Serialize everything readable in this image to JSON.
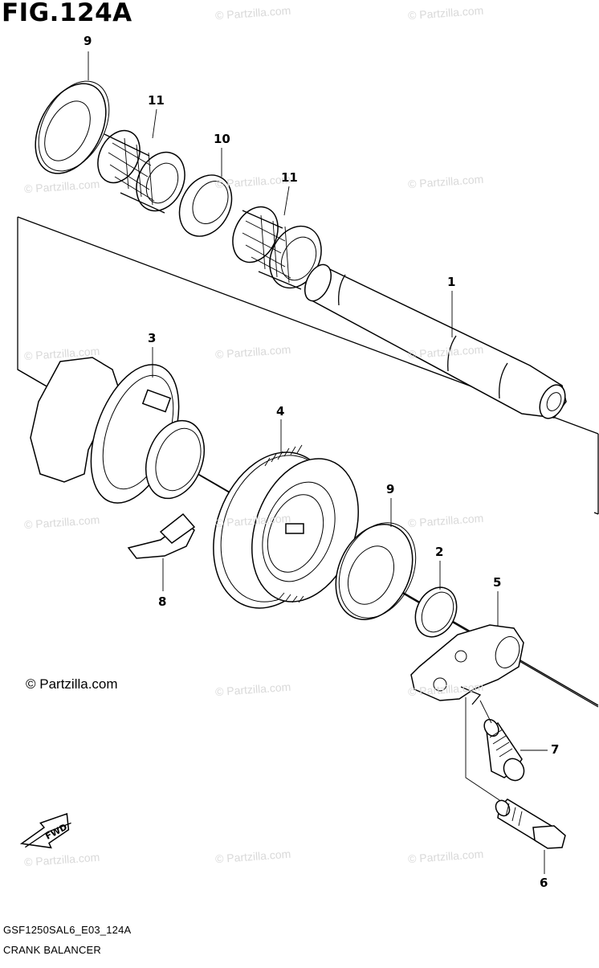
{
  "figure": {
    "title": "FIG.124A",
    "model_code": "GSF1250SAL6_E03_124A",
    "section_name": "CRANK BALANCER",
    "copyright": "© Partzilla.com"
  },
  "watermark": "© Partzilla.com",
  "direction_badge": {
    "label": "FWD",
    "icon": "fwd-arrow-icon"
  },
  "callouts": [
    {
      "id": "c1",
      "label": "1"
    },
    {
      "id": "c2",
      "label": "2"
    },
    {
      "id": "c3",
      "label": "3"
    },
    {
      "id": "c4",
      "label": "4"
    },
    {
      "id": "c5",
      "label": "5"
    },
    {
      "id": "c6",
      "label": "6"
    },
    {
      "id": "c7",
      "label": "7"
    },
    {
      "id": "c8",
      "label": "8"
    },
    {
      "id": "c9a",
      "label": "9"
    },
    {
      "id": "c9b",
      "label": "9"
    },
    {
      "id": "c10",
      "label": "10"
    },
    {
      "id": "c11a",
      "label": "11"
    },
    {
      "id": "c11b",
      "label": "11"
    }
  ]
}
